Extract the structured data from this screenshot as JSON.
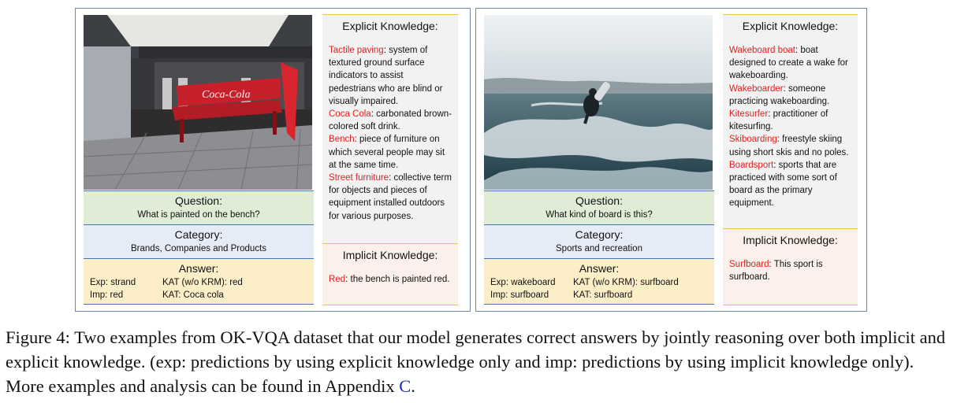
{
  "left": {
    "image_alt": "Red Coca Cola bench on a plaza in front of a cafe",
    "question_label": "Question:",
    "question": "What is painted on the bench?",
    "category_label": "Category:",
    "category": "Brands, Companies and Products",
    "answer_label": "Answer:",
    "answers": [
      {
        "a": "Exp: strand",
        "b": "KAT (w/o KRM):  red"
      },
      {
        "a": "Imp: red",
        "b": "KAT: Coca cola"
      }
    ],
    "explicit_title": "Explicit Knowledge:",
    "explicit": [
      {
        "term": "Tactile paving",
        "def": ": system of textured ground surface indicators to assist pedestrians who are blind or visually impaired."
      },
      {
        "term": "Coca Cola",
        "def": ": carbonated brown-colored soft drink."
      },
      {
        "term": "Bench",
        "def": ": piece of furniture on which several people may sit at the same time."
      },
      {
        "term": "Street furniture",
        "def": ": collective term for objects and pieces of equipment installed outdoors for various purposes."
      }
    ],
    "implicit_title": "Implicit Knowledge:",
    "implicit": [
      {
        "term": "Red",
        "def": ": the bench is painted red."
      }
    ],
    "bench_text": "Coca-Cola"
  },
  "right": {
    "image_alt": "Person wakeboarding airborne above boat wake on a lake",
    "question_label": "Question:",
    "question": "What kind of board is this?",
    "category_label": "Category:",
    "category": "Sports and recreation",
    "answer_label": "Answer:",
    "answers": [
      {
        "a": "Exp: wakeboard",
        "b": "KAT (w/o KRM): surfboard"
      },
      {
        "a": "Imp: surfboard",
        "b": "KAT: surfboard"
      }
    ],
    "explicit_title": "Explicit Knowledge:",
    "explicit": [
      {
        "term": "Wakeboard boat",
        "def": ": boat designed to create a wake for wakeboarding."
      },
      {
        "term": "Wakeboarder",
        "def": ": someone practicing wakeboarding."
      },
      {
        "term": "Kitesurfer",
        "def": ": practitioner of kitesurfing."
      },
      {
        "term": "Skiboarding",
        "def": ": freestyle skiing using short skis and no poles."
      },
      {
        "term": "Boardsport",
        "def": ": sports that are practiced with some sort of board as the primary equipment."
      }
    ],
    "implicit_title": "Implicit Knowledge:",
    "implicit": [
      {
        "term": "Surfboard",
        "def": ": This sport is surfboard."
      }
    ]
  },
  "caption": {
    "text": "Figure 4: Two examples from OK-VQA dataset that our model generates correct answers by jointly reasoning over both implicit and explicit knowledge. (exp: predictions by using explicit knowledge only and imp: predictions by using implicit knowledge only). More examples and analysis can be found in Appendix ",
    "ref": "C",
    "end": "."
  },
  "colors": {
    "term_red": "#e02020",
    "question_bg": "#e0edd6",
    "category_bg": "#e6ecf7",
    "answer_bg": "#fcefc8",
    "explicit_bg": "#f2f2f2",
    "implicit_bg": "#fbf0ea",
    "divider_blue": "#4a76b0",
    "divider_gold": "#f3c04d"
  }
}
